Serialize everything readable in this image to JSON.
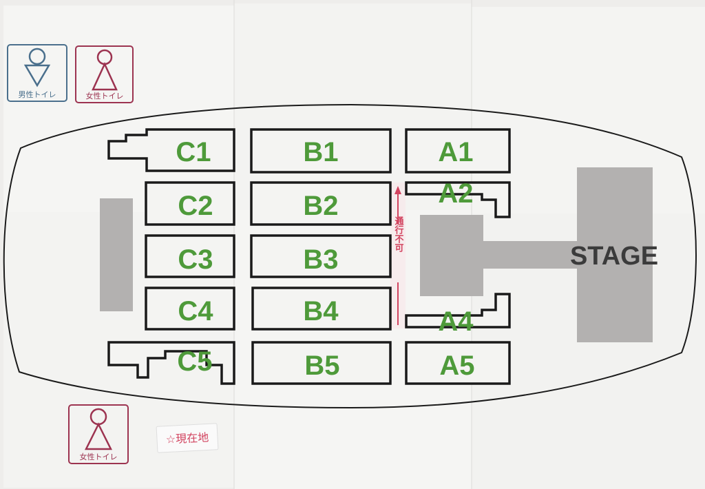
{
  "restrooms": {
    "men_label": "男性トイレ",
    "women_label": "女性トイレ"
  },
  "blocks": {
    "C1": "C1",
    "B1": "B1",
    "A1": "A1",
    "C2": "C2",
    "B2": "B2",
    "A2": "A2",
    "C3": "C3",
    "B3": "B3",
    "C4": "C4",
    "B4": "B4",
    "A4": "A4",
    "C5": "C5",
    "B5": "B5",
    "A5": "A5"
  },
  "stage_label": "STAGE",
  "no_passage_label": "通行不可",
  "current_location_label": "☆現在地",
  "colors": {
    "block_label": "#4e9a3a",
    "men": "#4a6f8c",
    "women": "#9c3350",
    "annotation": "#d2435f"
  }
}
